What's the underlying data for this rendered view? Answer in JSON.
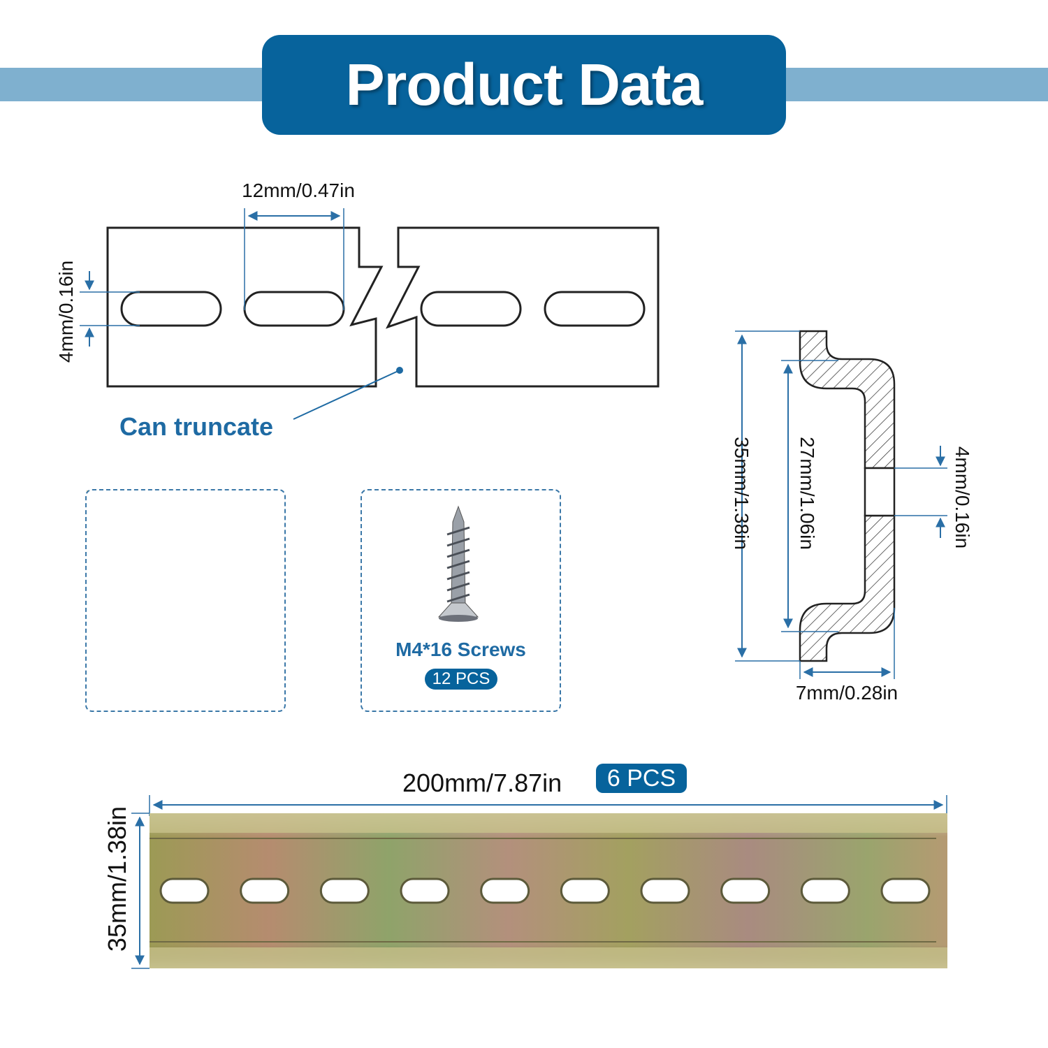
{
  "header": {
    "title": "Product Data"
  },
  "slot_diagram": {
    "slot_pitch_label": "12mm/0.47in",
    "slot_height_label": "4mm/0.16in",
    "truncate_label": "Can truncate"
  },
  "profile_diagram": {
    "total_height_label": "35mm/1.38in",
    "inner_height_label": "27mm/1.06in",
    "slot_label": "4mm/0.16in",
    "depth_label": "7mm/0.28in"
  },
  "screws": {
    "label": "M4*16 Screws",
    "quantity": "12 PCS"
  },
  "rail": {
    "length_label": "200mm/7.87in",
    "quantity_badge": "6 PCS",
    "height_label": "35mm/1.38in",
    "slot_count": 10
  },
  "colors": {
    "brand_blue": "#07639c",
    "stripe_blue": "#7fb0cf",
    "accent_text": "#1e6aa3",
    "dimension_line": "#2a6fa6"
  }
}
